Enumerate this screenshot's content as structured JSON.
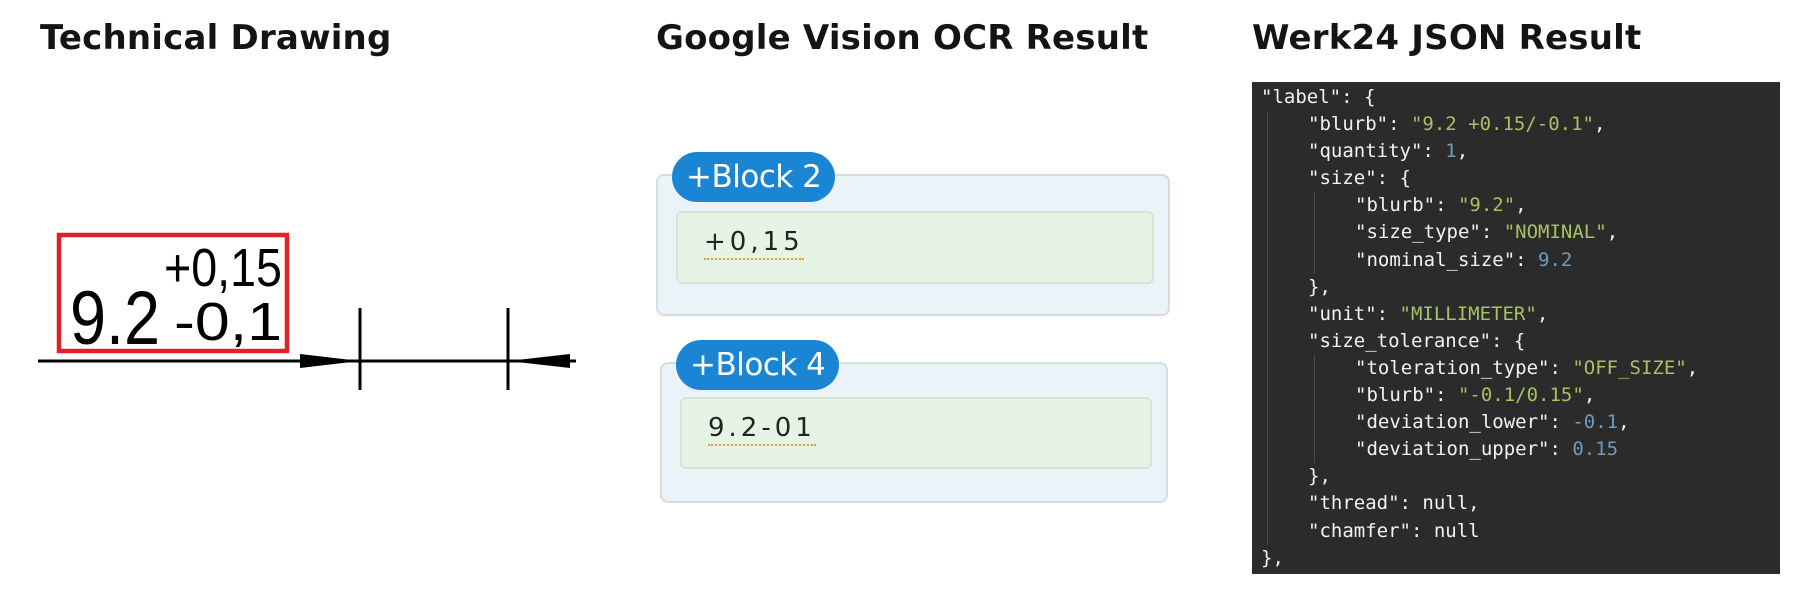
{
  "headings": {
    "drawing": "Technical Drawing",
    "ocr": "Google Vision OCR Result",
    "json": "Werk24 JSON Result"
  },
  "drawing": {
    "nominal": "9.2",
    "upper_tolerance": "+0,15",
    "lower_tolerance": "-0,1",
    "highlight_color": "#e0202a"
  },
  "ocr": {
    "blocks": [
      {
        "label": "+Block 2",
        "text": "+0,15"
      },
      {
        "label": "+Block 4",
        "text": "9.2-01"
      }
    ],
    "accent_color": "#1a86d3"
  },
  "json_lines": [
    {
      "indent": 0,
      "tokens": [
        [
          "k",
          "\"label\""
        ],
        [
          "p",
          ": {"
        ]
      ]
    },
    {
      "indent": 1,
      "tokens": [
        [
          "k",
          "\"blurb\""
        ],
        [
          "p",
          ": "
        ],
        [
          "s",
          "\"9.2 +0.15/-0.1\""
        ],
        [
          "p",
          ","
        ]
      ]
    },
    {
      "indent": 1,
      "tokens": [
        [
          "k",
          "\"quantity\""
        ],
        [
          "p",
          ": "
        ],
        [
          "n",
          "1"
        ],
        [
          "p",
          ","
        ]
      ]
    },
    {
      "indent": 1,
      "tokens": [
        [
          "k",
          "\"size\""
        ],
        [
          "p",
          ": {"
        ]
      ]
    },
    {
      "indent": 2,
      "tokens": [
        [
          "k",
          "\"blurb\""
        ],
        [
          "p",
          ": "
        ],
        [
          "s",
          "\"9.2\""
        ],
        [
          "p",
          ","
        ]
      ]
    },
    {
      "indent": 2,
      "tokens": [
        [
          "k",
          "\"size_type\""
        ],
        [
          "p",
          ": "
        ],
        [
          "s",
          "\"NOMINAL\""
        ],
        [
          "p",
          ","
        ]
      ]
    },
    {
      "indent": 2,
      "tokens": [
        [
          "k",
          "\"nominal_size\""
        ],
        [
          "p",
          ": "
        ],
        [
          "n",
          "9.2"
        ]
      ]
    },
    {
      "indent": 1,
      "tokens": [
        [
          "p",
          "},"
        ]
      ]
    },
    {
      "indent": 1,
      "tokens": [
        [
          "k",
          "\"unit\""
        ],
        [
          "p",
          ": "
        ],
        [
          "s",
          "\"MILLIMETER\""
        ],
        [
          "p",
          ","
        ]
      ]
    },
    {
      "indent": 1,
      "tokens": [
        [
          "k",
          "\"size_tolerance\""
        ],
        [
          "p",
          ": {"
        ]
      ]
    },
    {
      "indent": 2,
      "tokens": [
        [
          "k",
          "\"toleration_type\""
        ],
        [
          "p",
          ": "
        ],
        [
          "s",
          "\"OFF_SIZE\""
        ],
        [
          "p",
          ","
        ]
      ]
    },
    {
      "indent": 2,
      "tokens": [
        [
          "k",
          "\"blurb\""
        ],
        [
          "p",
          ": "
        ],
        [
          "s",
          "\"-0.1/0.15\""
        ],
        [
          "p",
          ","
        ]
      ]
    },
    {
      "indent": 2,
      "tokens": [
        [
          "k",
          "\"deviation_lower\""
        ],
        [
          "p",
          ": "
        ],
        [
          "n",
          "-0.1"
        ],
        [
          "p",
          ","
        ]
      ]
    },
    {
      "indent": 2,
      "tokens": [
        [
          "k",
          "\"deviation_upper\""
        ],
        [
          "p",
          ": "
        ],
        [
          "n",
          "0.15"
        ]
      ]
    },
    {
      "indent": 1,
      "tokens": [
        [
          "p",
          "},"
        ]
      ]
    },
    {
      "indent": 1,
      "tokens": [
        [
          "k",
          "\"thread\""
        ],
        [
          "p",
          ": null,"
        ]
      ]
    },
    {
      "indent": 1,
      "tokens": [
        [
          "k",
          "\"chamfer\""
        ],
        [
          "p",
          ": null"
        ]
      ]
    },
    {
      "indent": 0,
      "tokens": [
        [
          "p",
          "},"
        ]
      ]
    }
  ],
  "json_colors": {
    "background": "#2b2b2b",
    "key": "#f2f2f2",
    "string": "#a7c163",
    "number": "#6d9cbe"
  }
}
